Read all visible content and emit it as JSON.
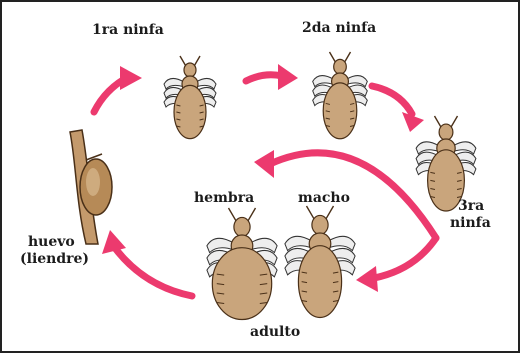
{
  "colors": {
    "arrow": "#ec3a6e",
    "body_fill": "#c9a57c",
    "body_stroke": "#4a3018",
    "leg_fill": "#eeeeee",
    "leg_stroke": "#333333",
    "egg_fill": "#b68a57",
    "stick_fill": "#c49a6c"
  },
  "labels": {
    "nymph1": "1ra ninfa",
    "nymph2": "2da ninfa",
    "nymph3_line1": "3ra",
    "nymph3_line2": "ninfa",
    "female": "hembra",
    "male": "macho",
    "adult": "adulto",
    "egg_line1": "huevo",
    "egg_line2": "(liendre)"
  },
  "icons": [
    "egg-on-hair-icon",
    "louse-icon",
    "arrow-icon"
  ]
}
